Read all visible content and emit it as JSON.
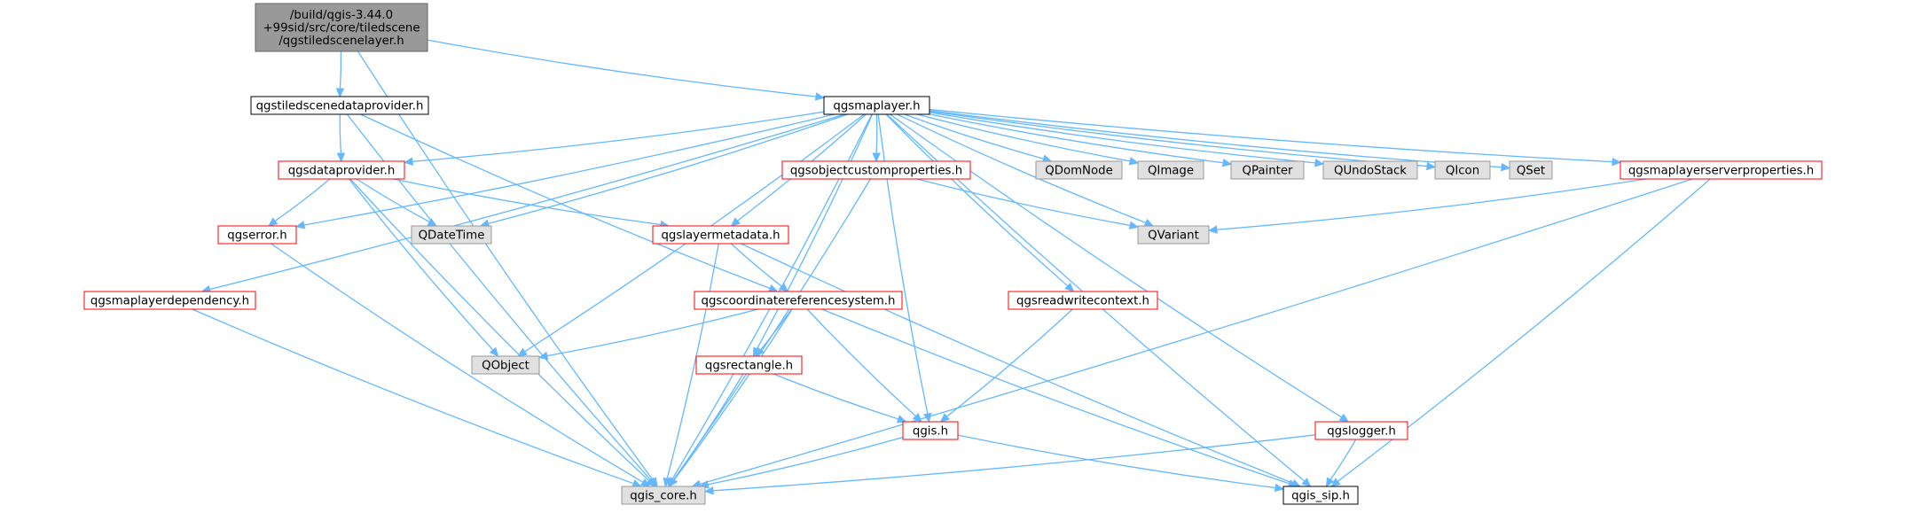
{
  "colors": {
    "edge": "#63b8ff",
    "root_fill": "#999999",
    "root_border": "#666666",
    "normal_fill": "#ffffff",
    "normal_border": "#000000",
    "external_fill": "#e0e0e0",
    "external_border": "#999999",
    "incomplete_border": "#ff0000"
  },
  "nodes": [
    {
      "id": "root",
      "kind": "root",
      "lines": [
        "/build/qgis-3.44.0",
        "+99sid/src/core/tiledscene",
        "/qgstiledscenelayer.h"
      ]
    },
    {
      "id": "tsdp",
      "kind": "normal",
      "lines": [
        "qgstiledscenedataprovider.h"
      ]
    },
    {
      "id": "maplayer",
      "kind": "normal",
      "lines": [
        "qgsmaplayer.h"
      ]
    },
    {
      "id": "dataprovider",
      "kind": "incomplete",
      "lines": [
        "qgsdataprovider.h"
      ]
    },
    {
      "id": "objcustom",
      "kind": "incomplete",
      "lines": [
        "qgsobjectcustomproperties.h"
      ]
    },
    {
      "id": "qdomnode",
      "kind": "external",
      "lines": [
        "QDomNode"
      ]
    },
    {
      "id": "qimage",
      "kind": "external",
      "lines": [
        "QImage"
      ]
    },
    {
      "id": "qpainter",
      "kind": "external",
      "lines": [
        "QPainter"
      ]
    },
    {
      "id": "qundostack",
      "kind": "external",
      "lines": [
        "QUndoStack"
      ]
    },
    {
      "id": "qicon",
      "kind": "external",
      "lines": [
        "QIcon"
      ]
    },
    {
      "id": "qset",
      "kind": "external",
      "lines": [
        "QSet"
      ]
    },
    {
      "id": "mlserverprops",
      "kind": "incomplete",
      "lines": [
        "qgsmaplayerserverproperties.h"
      ]
    },
    {
      "id": "qgserror",
      "kind": "incomplete",
      "lines": [
        "qgserror.h"
      ]
    },
    {
      "id": "qdatetime",
      "kind": "external",
      "lines": [
        "QDateTime"
      ]
    },
    {
      "id": "layermeta",
      "kind": "incomplete",
      "lines": [
        "qgslayermetadata.h"
      ]
    },
    {
      "id": "qvariant",
      "kind": "external",
      "lines": [
        "QVariant"
      ]
    },
    {
      "id": "mldependency",
      "kind": "incomplete",
      "lines": [
        "qgsmaplayerdependency.h"
      ]
    },
    {
      "id": "crs",
      "kind": "incomplete",
      "lines": [
        "qgscoordinatereferencesystem.h"
      ]
    },
    {
      "id": "rwcontext",
      "kind": "incomplete",
      "lines": [
        "qgsreadwritecontext.h"
      ]
    },
    {
      "id": "qobject",
      "kind": "external",
      "lines": [
        "QObject"
      ]
    },
    {
      "id": "rectangle",
      "kind": "incomplete",
      "lines": [
        "qgsrectangle.h"
      ]
    },
    {
      "id": "qgis",
      "kind": "incomplete",
      "lines": [
        "qgis.h"
      ]
    },
    {
      "id": "logger",
      "kind": "incomplete",
      "lines": [
        "qgslogger.h"
      ]
    },
    {
      "id": "qgiscore",
      "kind": "external",
      "lines": [
        "qgis_core.h"
      ]
    },
    {
      "id": "qgissip",
      "kind": "normal",
      "lines": [
        "qgis_sip.h"
      ]
    }
  ],
  "edges": [
    [
      "root",
      "qgiscore"
    ],
    [
      "root",
      "tsdp"
    ],
    [
      "root",
      "maplayer"
    ],
    [
      "tsdp",
      "qgiscore"
    ],
    [
      "tsdp",
      "dataprovider"
    ],
    [
      "tsdp",
      "crs"
    ],
    [
      "maplayer",
      "dataprovider"
    ],
    [
      "maplayer",
      "objcustom"
    ],
    [
      "maplayer",
      "qdomnode"
    ],
    [
      "maplayer",
      "qimage"
    ],
    [
      "maplayer",
      "qpainter"
    ],
    [
      "maplayer",
      "qundostack"
    ],
    [
      "maplayer",
      "qicon"
    ],
    [
      "maplayer",
      "qset"
    ],
    [
      "maplayer",
      "mlserverprops"
    ],
    [
      "maplayer",
      "qgserror"
    ],
    [
      "maplayer",
      "qdatetime"
    ],
    [
      "maplayer",
      "layermeta"
    ],
    [
      "maplayer",
      "qvariant"
    ],
    [
      "maplayer",
      "mldependency"
    ],
    [
      "maplayer",
      "rwcontext"
    ],
    [
      "maplayer",
      "qobject"
    ],
    [
      "maplayer",
      "rectangle"
    ],
    [
      "maplayer",
      "qgis"
    ],
    [
      "maplayer",
      "logger"
    ],
    [
      "maplayer",
      "qgiscore"
    ],
    [
      "maplayer",
      "qgissip"
    ],
    [
      "dataprovider",
      "qgserror"
    ],
    [
      "dataprovider",
      "qdatetime"
    ],
    [
      "dataprovider",
      "layermeta"
    ],
    [
      "dataprovider",
      "qobject"
    ],
    [
      "dataprovider",
      "qgiscore"
    ],
    [
      "objcustom",
      "qvariant"
    ],
    [
      "objcustom",
      "qgiscore"
    ],
    [
      "mlserverprops",
      "qvariant"
    ],
    [
      "mlserverprops",
      "qgiscore"
    ],
    [
      "mlserverprops",
      "qgissip"
    ],
    [
      "qgserror",
      "qgiscore"
    ],
    [
      "layermeta",
      "crs"
    ],
    [
      "layermeta",
      "qgiscore"
    ],
    [
      "layermeta",
      "qgissip"
    ],
    [
      "mldependency",
      "qgiscore"
    ],
    [
      "crs",
      "qobject"
    ],
    [
      "crs",
      "rectangle"
    ],
    [
      "crs",
      "qgis"
    ],
    [
      "crs",
      "qgiscore"
    ],
    [
      "crs",
      "qgissip"
    ],
    [
      "rwcontext",
      "qgis"
    ],
    [
      "rectangle",
      "qgis"
    ],
    [
      "rectangle",
      "qgiscore"
    ],
    [
      "qgis",
      "qgiscore"
    ],
    [
      "qgis",
      "qgissip"
    ],
    [
      "logger",
      "qgiscore"
    ],
    [
      "logger",
      "qgissip"
    ]
  ]
}
